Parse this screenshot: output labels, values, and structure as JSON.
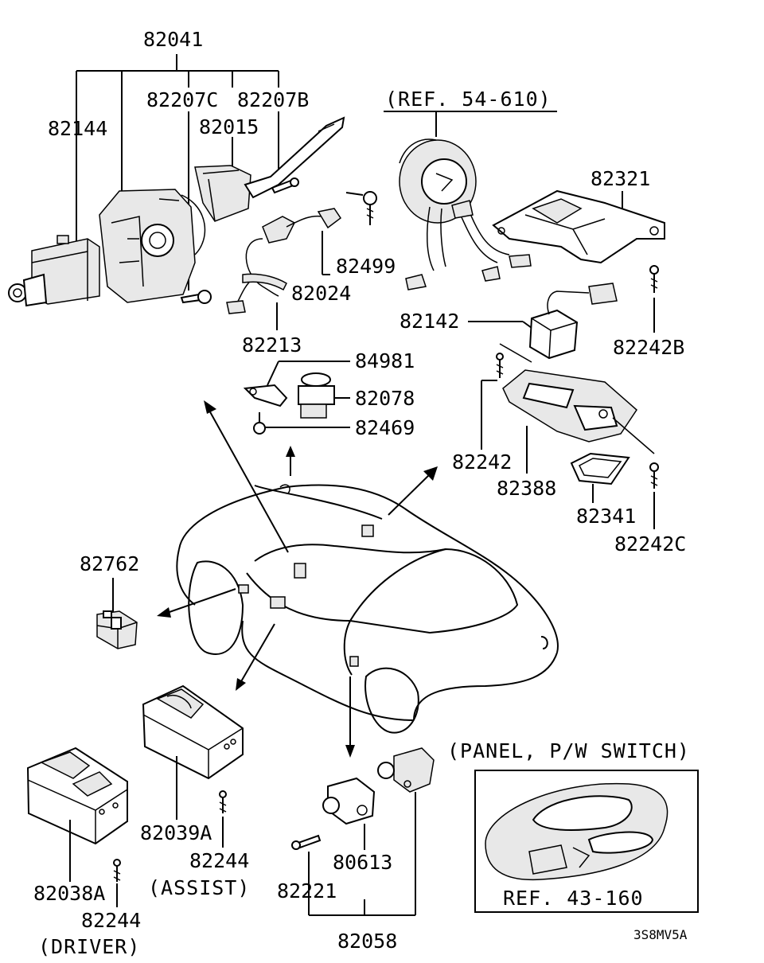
{
  "labels": {
    "p82041": "82041",
    "p82144": "82144",
    "p82207c": "82207C",
    "p82207b": "82207B",
    "p82015": "82015",
    "p82499": "82499",
    "p82024": "82024",
    "p82213": "82213",
    "p84981": "84981",
    "p82078": "82078",
    "p82469": "82469",
    "p82321": "82321",
    "p82142": "82142",
    "p82242b": "82242B",
    "p82242": "82242",
    "p82388": "82388",
    "p82341": "82341",
    "p82242c": "82242C",
    "p82762": "82762",
    "p82039a": "82039A",
    "p82244_assist": "82244",
    "assist": "(ASSIST)",
    "p82038a": "82038A",
    "p82244_driver": "82244",
    "driver": "(DRIVER)",
    "p82221": "82221",
    "p80613": "80613",
    "p82058": "82058",
    "ref_54_610": "(REF. 54-610)",
    "panel_pw_switch": "(PANEL, P/W SWITCH)",
    "ref_43_160": "REF. 43-160",
    "drawing_code": "3S8MV5A"
  }
}
